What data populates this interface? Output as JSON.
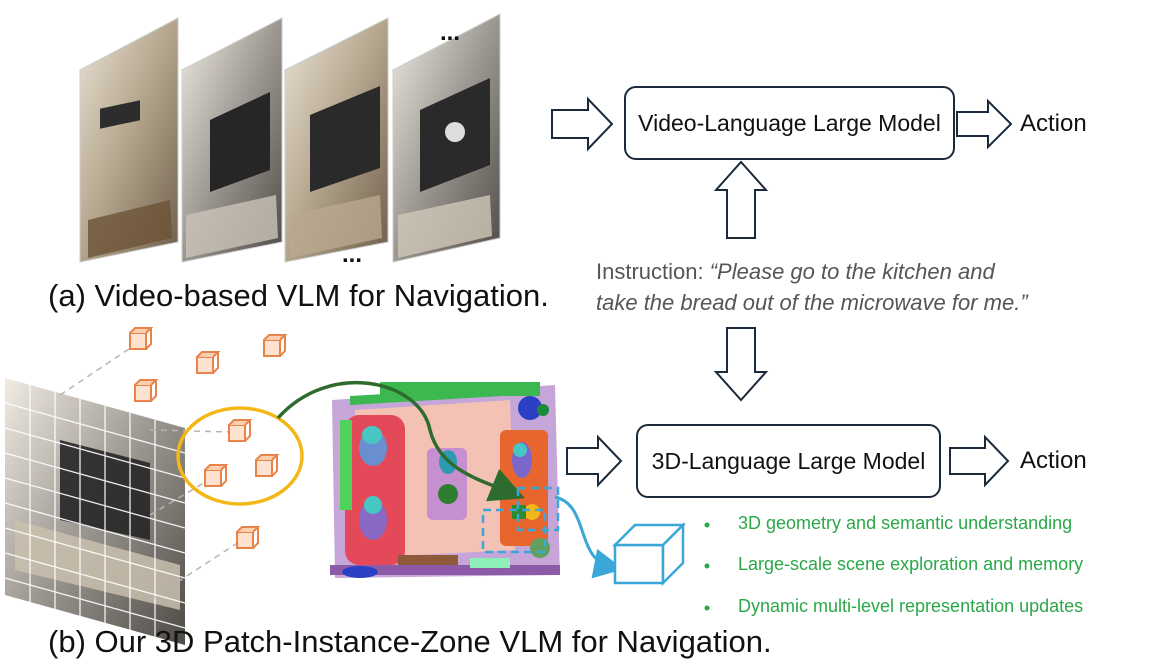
{
  "top": {
    "model_label": "Video-Language Large Model",
    "action_label": "Action",
    "caption": "(a) Video-based VLM for Navigation.",
    "ellipsis_top": "...",
    "ellipsis_bottom": "..."
  },
  "instruction": {
    "prefix": "Instruction: ",
    "quote_line1": "“Please go to the kitchen and",
    "quote_line2": "take the bread out of the microwave for me.”"
  },
  "bottom": {
    "model_label": "3D-Language Large Model",
    "action_label": "Action",
    "caption": "(b) Our 3D Patch-Instance-Zone VLM for Navigation.",
    "features": [
      "3D geometry and semantic understanding",
      "Large-scale scene exploration and memory",
      "Dynamic multi-level representation updates"
    ]
  },
  "colors": {
    "box_border": "#1b2a3a",
    "feature_green": "#2aa848",
    "instance_orange": "#e8834a",
    "zone_yellow": "#f2b81a",
    "path_green": "#2e6b2e",
    "dashed_cyan": "#3aa7d8"
  }
}
